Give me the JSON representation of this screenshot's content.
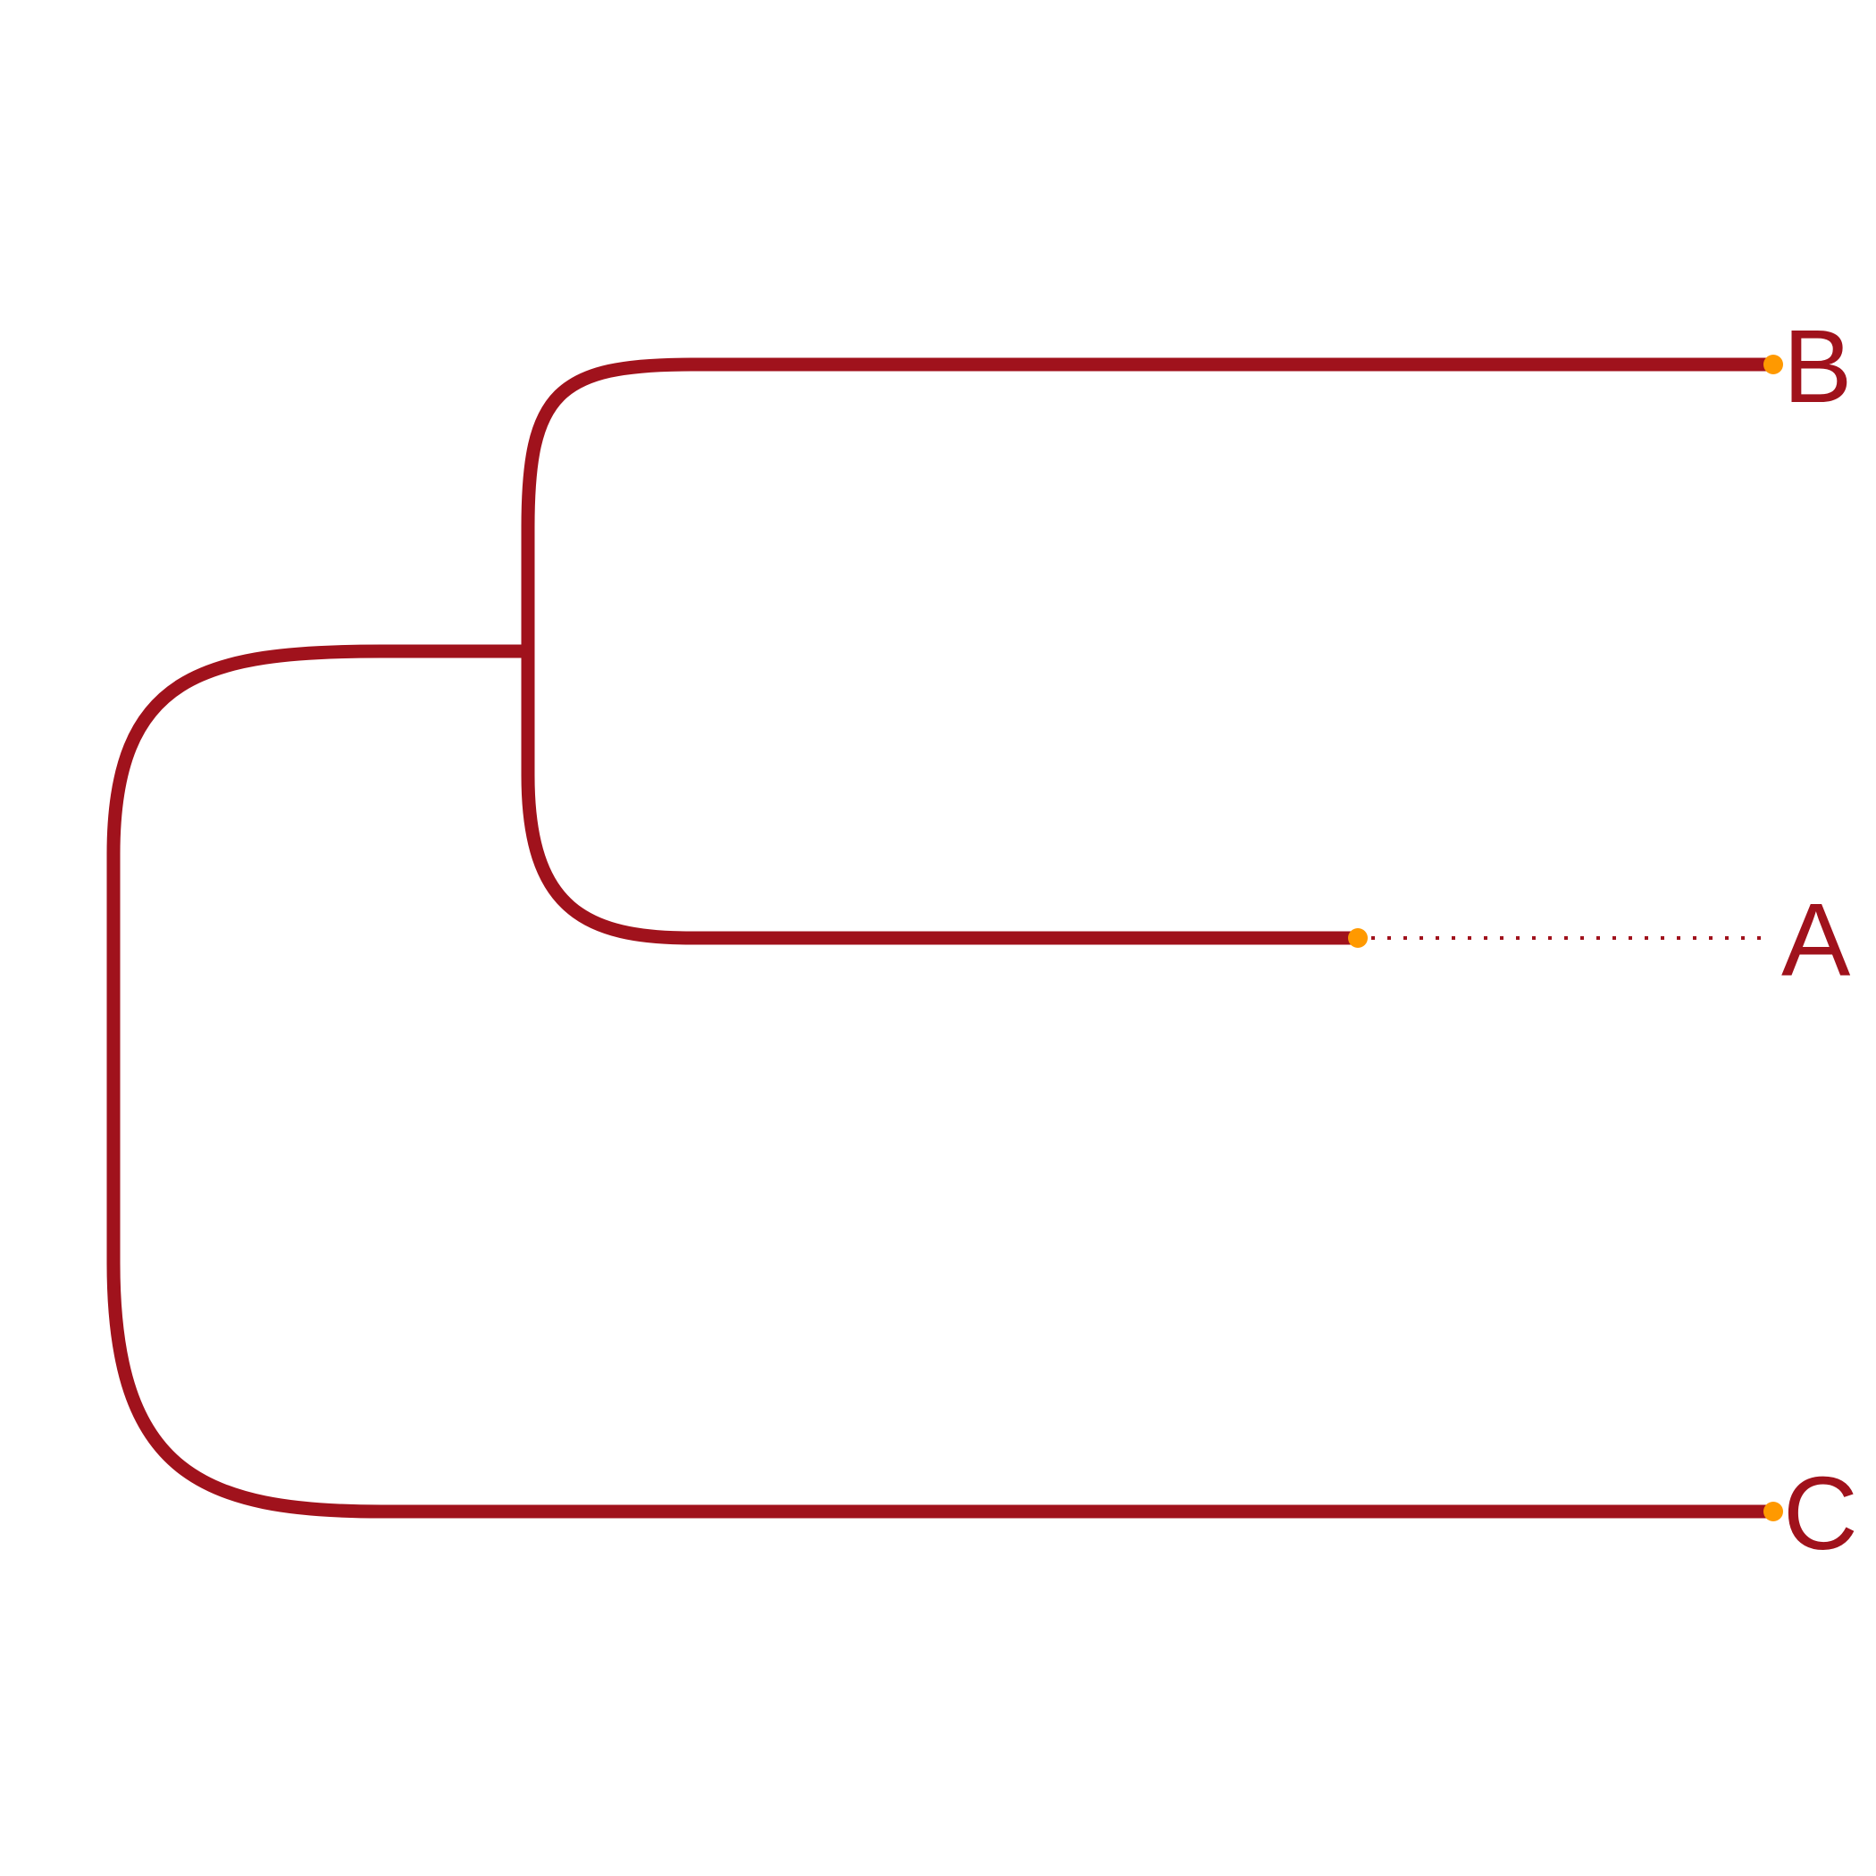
{
  "diagram": {
    "type": "dendrogram",
    "orientation": "left-to-right",
    "branch_style": "rounded-elbow",
    "colors": {
      "branch": "#a0121c",
      "leaf_marker": "#ff9900",
      "label": "#a0121c",
      "background": "#ffffff"
    },
    "leaves": [
      {
        "id": "B",
        "label": "B",
        "marker": true,
        "dotted_extension": false
      },
      {
        "id": "A",
        "label": "A",
        "marker": true,
        "dotted_extension": true
      },
      {
        "id": "C",
        "label": "C",
        "marker": true,
        "dotted_extension": false
      }
    ],
    "clades": [
      {
        "id": "root",
        "children": [
          "inner",
          "C"
        ]
      },
      {
        "id": "inner",
        "children": [
          "B",
          "A"
        ]
      }
    ]
  }
}
